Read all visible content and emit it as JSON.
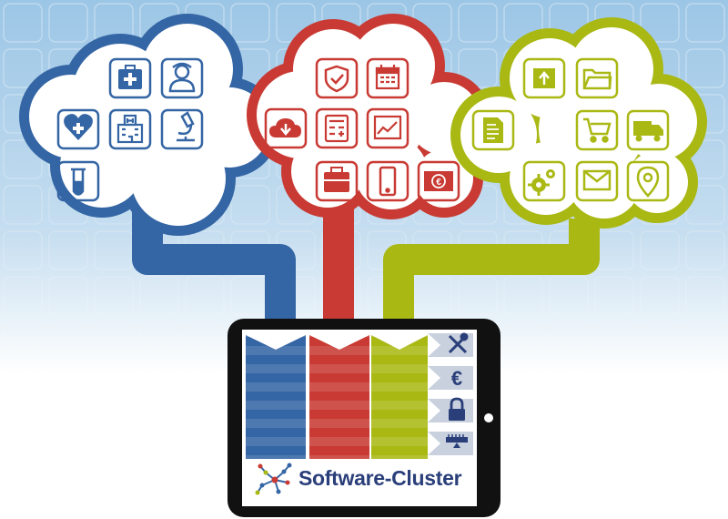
{
  "brand": {
    "name": "Software-Cluster",
    "logo_icon": "network-nodes-icon"
  },
  "colors": {
    "background_top": "#9cc6e6",
    "background_bottom": "#ffffff",
    "blue": "#3465a4",
    "red": "#c83a33",
    "green": "#a9b812",
    "tablet": "#111111",
    "brand_text": "#2a3f7a"
  },
  "clouds": [
    {
      "name": "health-cloud",
      "color": "blue",
      "icons": [
        "medical-kit-icon",
        "doctor-icon",
        "heart-plus-icon",
        "hospital-icon",
        "microscope-icon",
        "test-tube-icon"
      ]
    },
    {
      "name": "business-cloud",
      "color": "red",
      "icons": [
        "shield-check-icon",
        "calendar-icon",
        "cloud-download-icon",
        "calculator-icon",
        "chart-line-icon",
        "briefcase-icon",
        "tablet-icon",
        "euro-banknote-icon"
      ]
    },
    {
      "name": "logistics-cloud",
      "color": "green",
      "icons": [
        "box-upload-icon",
        "folder-icon",
        "document-icon",
        "shopping-cart-icon",
        "truck-icon",
        "gears-icon",
        "mail-icon",
        "location-pin-icon"
      ]
    }
  ],
  "tablet_side_icons": [
    "tools-icon",
    "euro-icon",
    "lock-icon",
    "ruler-icon"
  ]
}
